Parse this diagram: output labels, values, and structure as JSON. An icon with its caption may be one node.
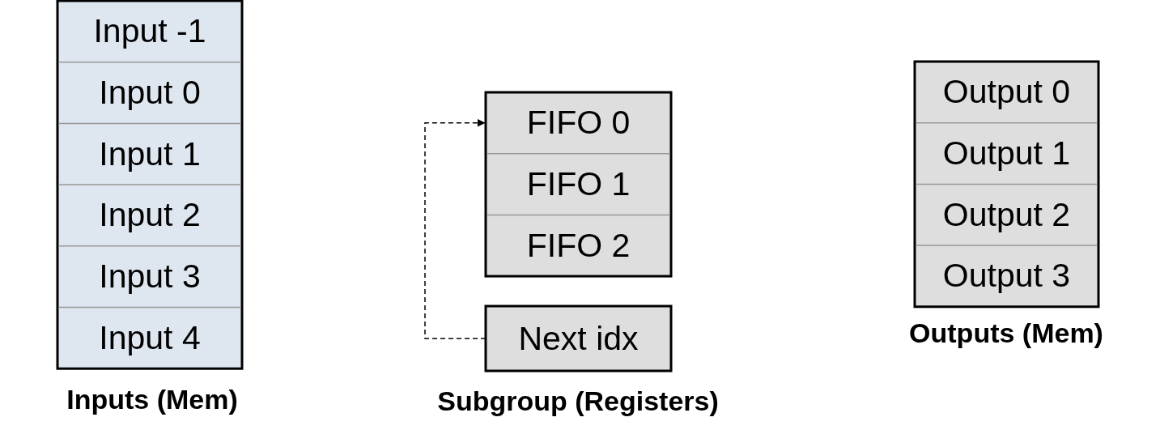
{
  "diagram": {
    "nodes": [
      {
        "text": [
          "Input -1"
        ]
      },
      {
        "text": [
          "Input 0"
        ]
      },
      {
        "text": [
          "Input 1"
        ]
      },
      {
        "text": [
          "Input 2"
        ]
      },
      {
        "text": [
          "Input 3"
        ]
      },
      {
        "text": [
          "Input 4"
        ]
      },
      {
        "text": [
          "FIFO 0"
        ]
      },
      {
        "text": [
          "FIFO 1"
        ]
      },
      {
        "text": [
          "FIFO 2"
        ]
      },
      {
        "text": [
          "Next idx"
        ]
      },
      {
        "text": [
          "Output 0"
        ]
      },
      {
        "text": [
          "Output 1"
        ]
      },
      {
        "text": [
          "Output 2"
        ]
      },
      {
        "text": [
          "Output 3"
        ]
      }
    ],
    "edges": [
      {
        "from": 9,
        "to": 6,
        "arrow": "to",
        "style": "dashed"
      }
    ],
    "labels": [
      "Outputs (Mem)",
      "Inputs (Mem)",
      "Subgroup (Registers)"
    ]
  }
}
